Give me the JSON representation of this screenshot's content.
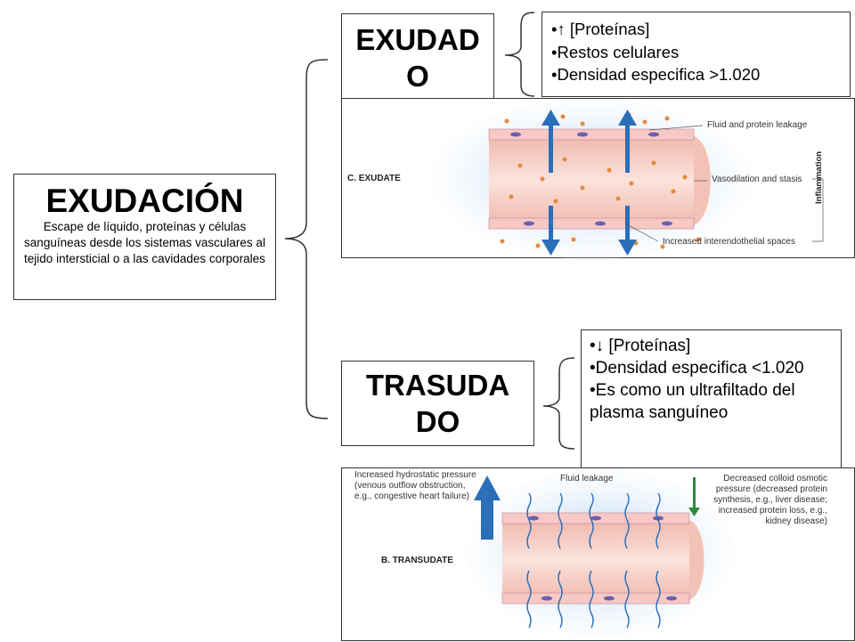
{
  "main": {
    "title": "EXUDACIÓN",
    "description": "Escape de líquido, proteínas y células sanguíneas desde los sistemas vasculares al tejido intersticial o a las cavidades corporales"
  },
  "exudado": {
    "label_line1": "EXUDAD",
    "label_line2": "O",
    "items": [
      "↑ [Proteínas]",
      "Restos celulares",
      "Densidad especifica >1.020"
    ]
  },
  "trasudado": {
    "label_line1": "TRASUDA",
    "label_line2": "DO",
    "items": [
      "↓ [Proteínas]",
      "Densidad especifica <1.020",
      "Es como un ultrafiltado del plasma sanguíneo"
    ]
  },
  "exudate_figure": {
    "caption": "C. EXUDATE",
    "fluid_label": "Fluid and protein leakage",
    "vaso_label": "Vasodilation and stasis",
    "spaces_label": "Increased interendothelial spaces",
    "side_label": "Inflammation"
  },
  "transudate_figure": {
    "caption": "B. TRANSUDATE",
    "fluid_label": "Fluid leakage",
    "left_line1": "Increased hydrostatic pressure",
    "left_line2": "(venous outflow obstruction,",
    "left_line3": "e.g., congestive heart failure)",
    "right_line1": "Decreased colloid osmotic",
    "right_line2": "pressure (decreased protein",
    "right_line3": "synthesis, e.g., liver disease;",
    "right_line4": "increased protein loss, e.g.,",
    "right_line5": "kidney disease)"
  }
}
